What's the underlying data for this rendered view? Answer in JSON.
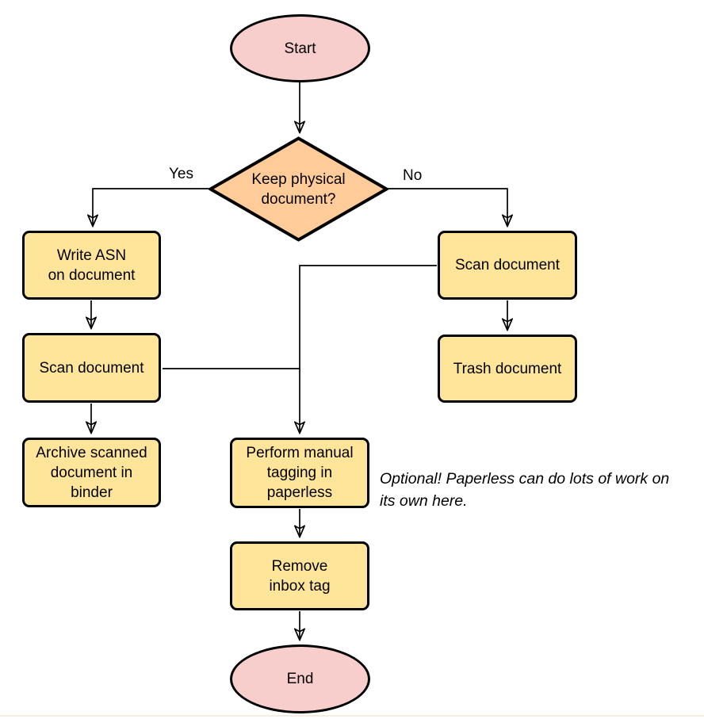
{
  "diagram": {
    "type": "flowchart",
    "background": "#ffffff",
    "colors": {
      "terminal_fill": "#f8cecc",
      "process_fill": "#ffe599",
      "decision_fill": "#ffcc99",
      "stroke": "#000000"
    },
    "nodes": {
      "start": {
        "type": "terminal",
        "label": "Start"
      },
      "decision": {
        "type": "decision",
        "label": "Keep physical\ndocument?"
      },
      "write_asn": {
        "type": "process",
        "label": "Write ASN\non document"
      },
      "scan_left": {
        "type": "process",
        "label": "Scan document"
      },
      "archive": {
        "type": "process",
        "label": "Archive scanned\ndocument in\nbinder"
      },
      "scan_right": {
        "type": "process",
        "label": "Scan document"
      },
      "trash": {
        "type": "process",
        "label": "Trash document"
      },
      "tagging": {
        "type": "process",
        "label": "Perform manual\ntagging in\npaperless"
      },
      "remove_inbox": {
        "type": "process",
        "label": "Remove\ninbox tag"
      },
      "end": {
        "type": "terminal",
        "label": "End"
      }
    },
    "edge_labels": {
      "yes": "Yes",
      "no": "No"
    },
    "edges": [
      {
        "from": "start",
        "to": "decision",
        "label": ""
      },
      {
        "from": "decision",
        "to": "write_asn",
        "label": "Yes"
      },
      {
        "from": "decision",
        "to": "scan_right",
        "label": "No"
      },
      {
        "from": "write_asn",
        "to": "scan_left",
        "label": ""
      },
      {
        "from": "scan_left",
        "to": "archive",
        "label": ""
      },
      {
        "from": "scan_right",
        "to": "trash",
        "label": ""
      },
      {
        "from": "scan_left",
        "to": "tagging",
        "label": ""
      },
      {
        "from": "scan_right",
        "to": "tagging",
        "label": ""
      },
      {
        "from": "tagging",
        "to": "remove_inbox",
        "label": ""
      },
      {
        "from": "remove_inbox",
        "to": "end",
        "label": ""
      }
    ],
    "annotation": {
      "text": "Optional! Paperless can do lots of work on\nits own here."
    }
  }
}
